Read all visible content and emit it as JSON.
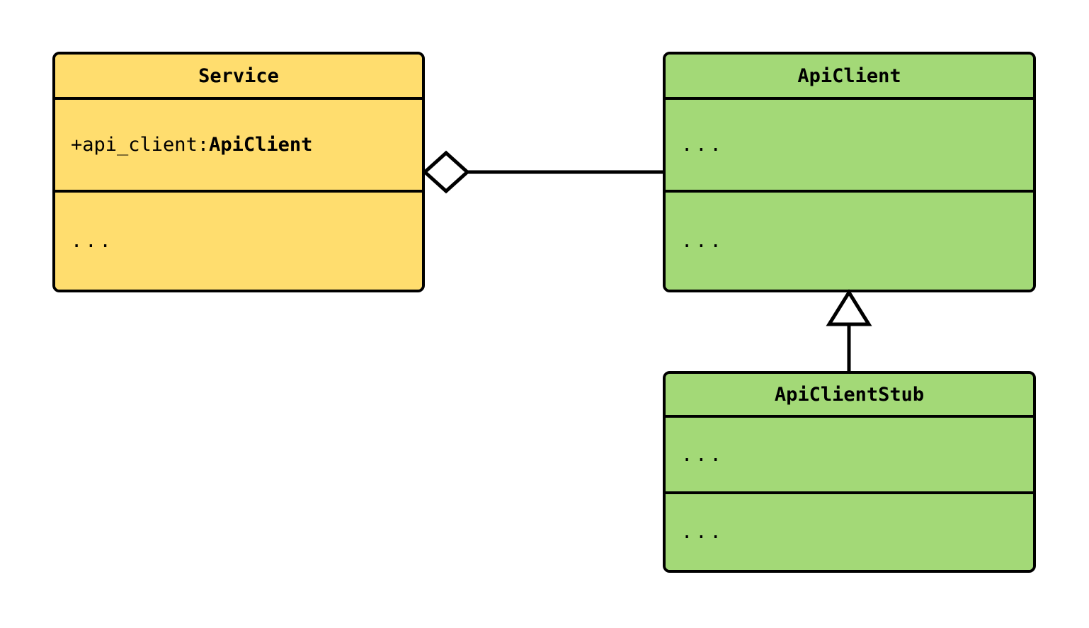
{
  "diagram": {
    "type": "uml-class-diagram",
    "background_color": "#ffffff",
    "line_color": "#000000",
    "classes": [
      {
        "id": "service",
        "name": "Service",
        "fill_color": "#ffdd6e",
        "attributes_text": "",
        "attribute_visibility": "+",
        "attribute_name": " api_client: ",
        "attribute_type": "ApiClient",
        "methods_text": "..."
      },
      {
        "id": "apiclient",
        "name": "ApiClient",
        "fill_color": "#a3d977",
        "attributes_text": "...",
        "methods_text": "..."
      },
      {
        "id": "apiclientstub",
        "name": "ApiClientStub",
        "fill_color": "#a3d977",
        "attributes_text": "...",
        "methods_text": "..."
      }
    ],
    "relationships": [
      {
        "id": "service-aggregates-apiclient",
        "kind": "aggregation",
        "marker": "hollow-diamond",
        "from": "Service",
        "to": "ApiClient",
        "label": ""
      },
      {
        "id": "apiclientstub-inherits-apiclient",
        "kind": "generalization",
        "marker": "hollow-triangle",
        "from": "ApiClientStub",
        "to": "ApiClient",
        "label": ""
      }
    ]
  }
}
